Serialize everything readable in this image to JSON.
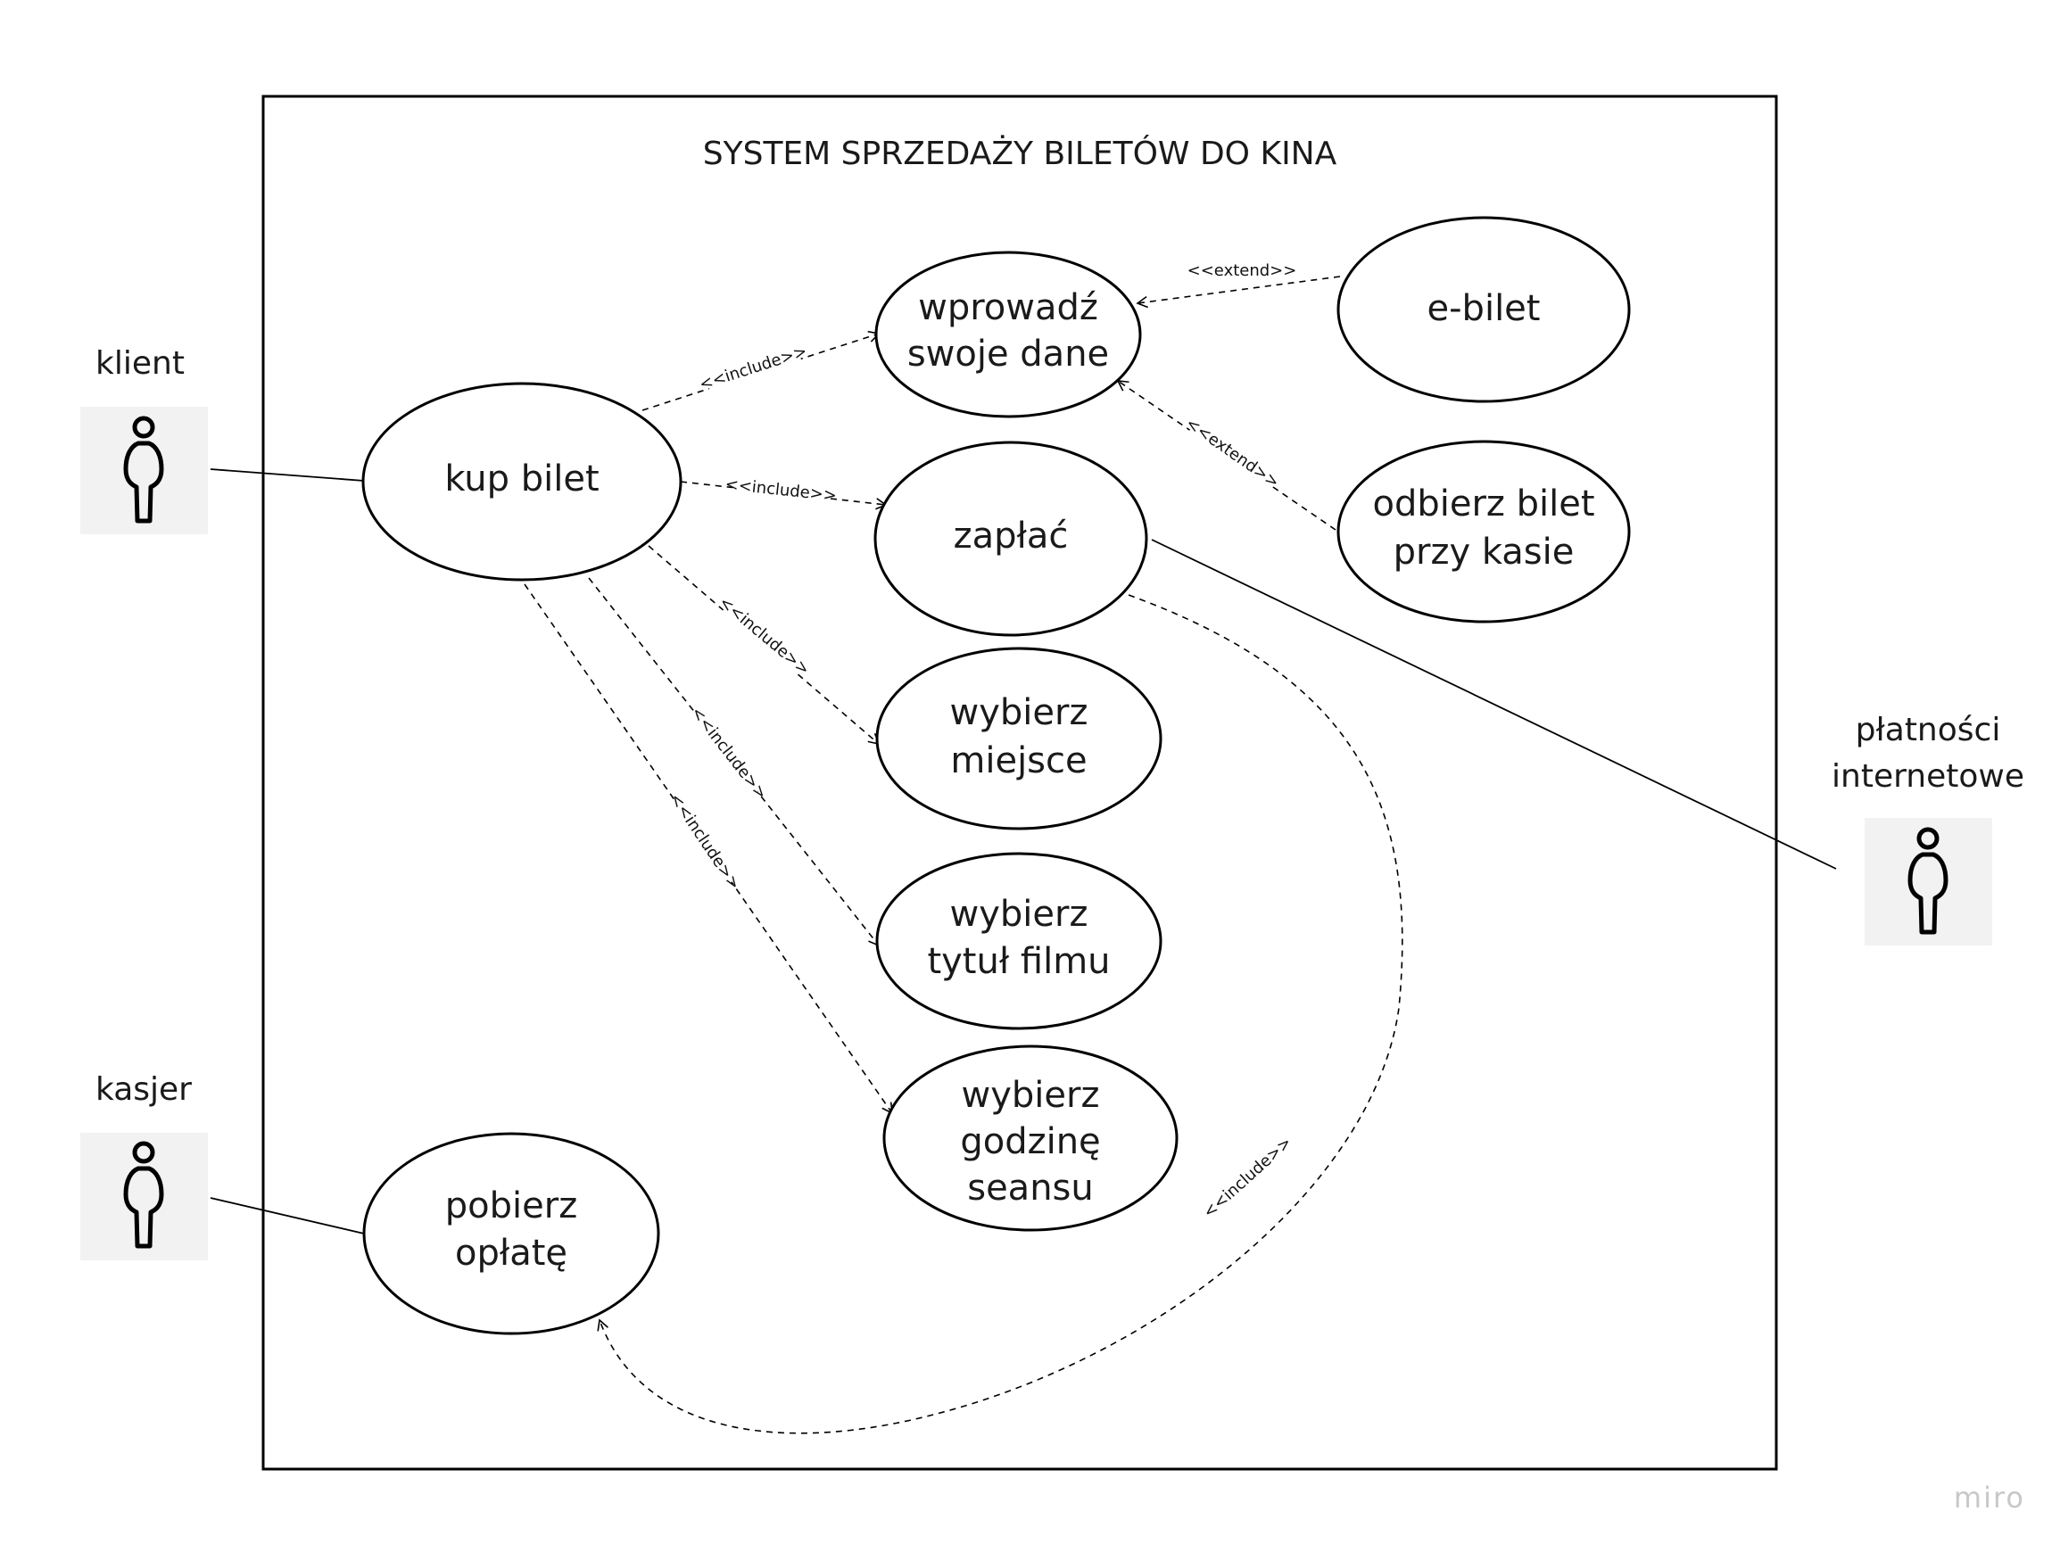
{
  "diagram": {
    "title": "SYSTEM SPRZEDAŻY BILETÓW DO KINA",
    "actors": {
      "klient": "klient",
      "kasjer": "kasjer",
      "platnosci_line1": "płatności",
      "platnosci_line2": "internetowe"
    },
    "use_cases": {
      "kup_bilet": "kup bilet",
      "wprowadz_1": "wprowadź",
      "wprowadz_2": "swoje dane",
      "zaplac": "zapłać",
      "ebilet": "e-bilet",
      "odbierz_1": "odbierz bilet",
      "odbierz_2": "przy kasie",
      "miejsce_1": "wybierz",
      "miejsce_2": "miejsce",
      "tytul_1": "wybierz",
      "tytul_2": "tytuł filmu",
      "godzina_1": "wybierz",
      "godzina_2": "godzinę",
      "godzina_3": "seansu",
      "pobierz_1": "pobierz",
      "pobierz_2": "opłatę"
    },
    "stereotypes": {
      "include": "<<include>>",
      "extend": "<<extend>>"
    },
    "watermark": "miro"
  }
}
